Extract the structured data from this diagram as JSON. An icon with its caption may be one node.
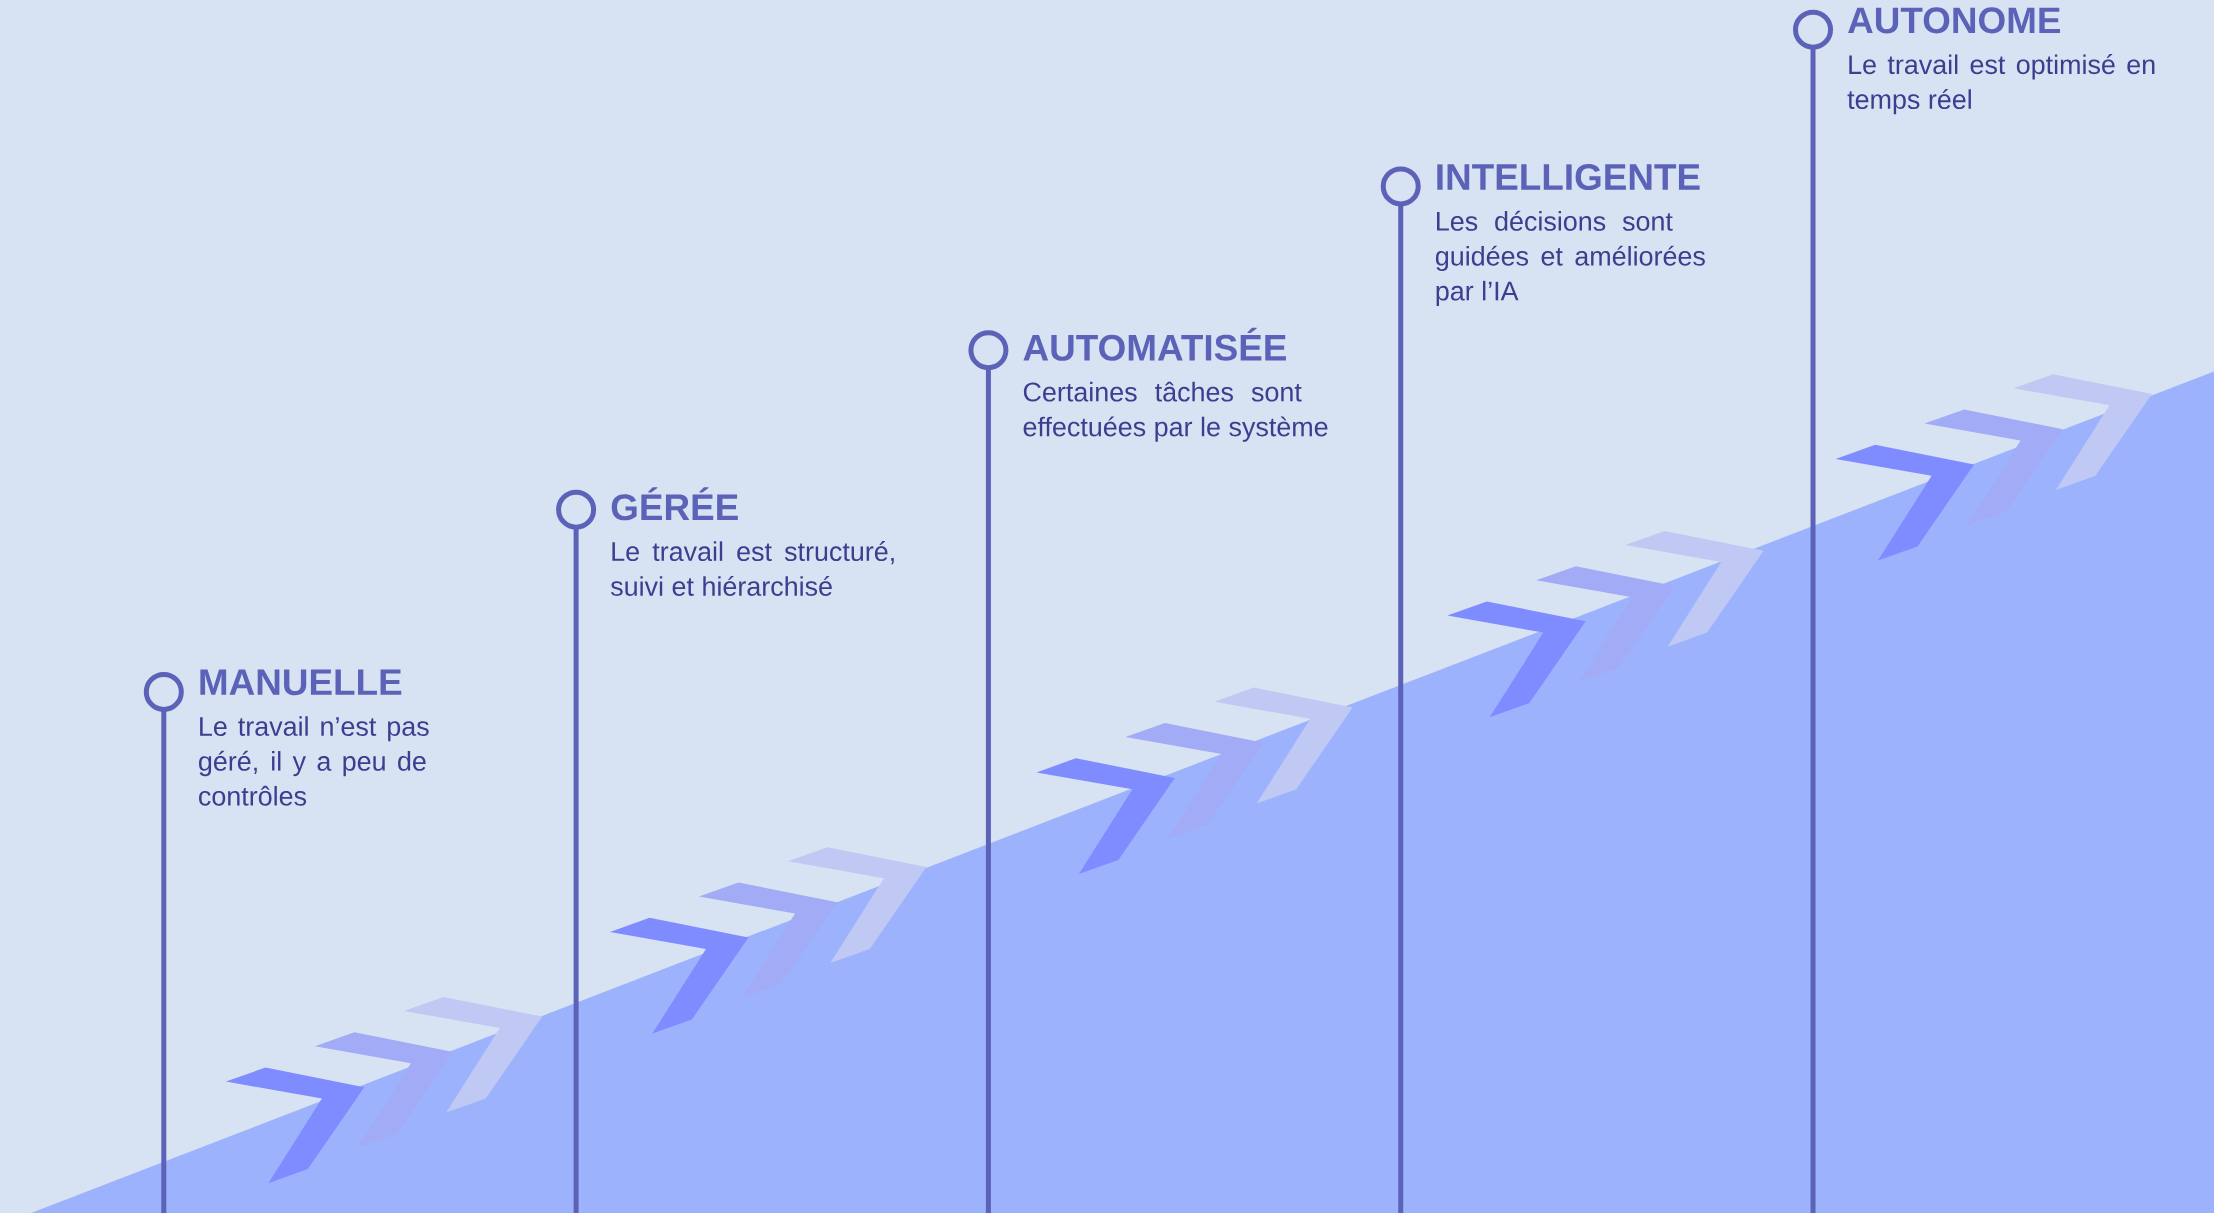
{
  "diagram": {
    "nodes": [
      {
        "text": [
          "MANUELLE",
          "Le travail n’est pas géré, il y a peu de contrôles"
        ]
      },
      {
        "text": [
          "GÉRÉE",
          "Le travail est structuré, suivi et hiérarchisé"
        ]
      },
      {
        "text": [
          "AUTOMATISÉE",
          "Certaines tâches sont effectuées par le système"
        ]
      },
      {
        "text": [
          "INTELLIGENTE",
          "Les décisions sont guidées et améliorées par l’IA"
        ]
      },
      {
        "text": [
          "AUTONOME",
          "Le travail est optimisé en temps réel"
        ]
      }
    ]
  }
}
